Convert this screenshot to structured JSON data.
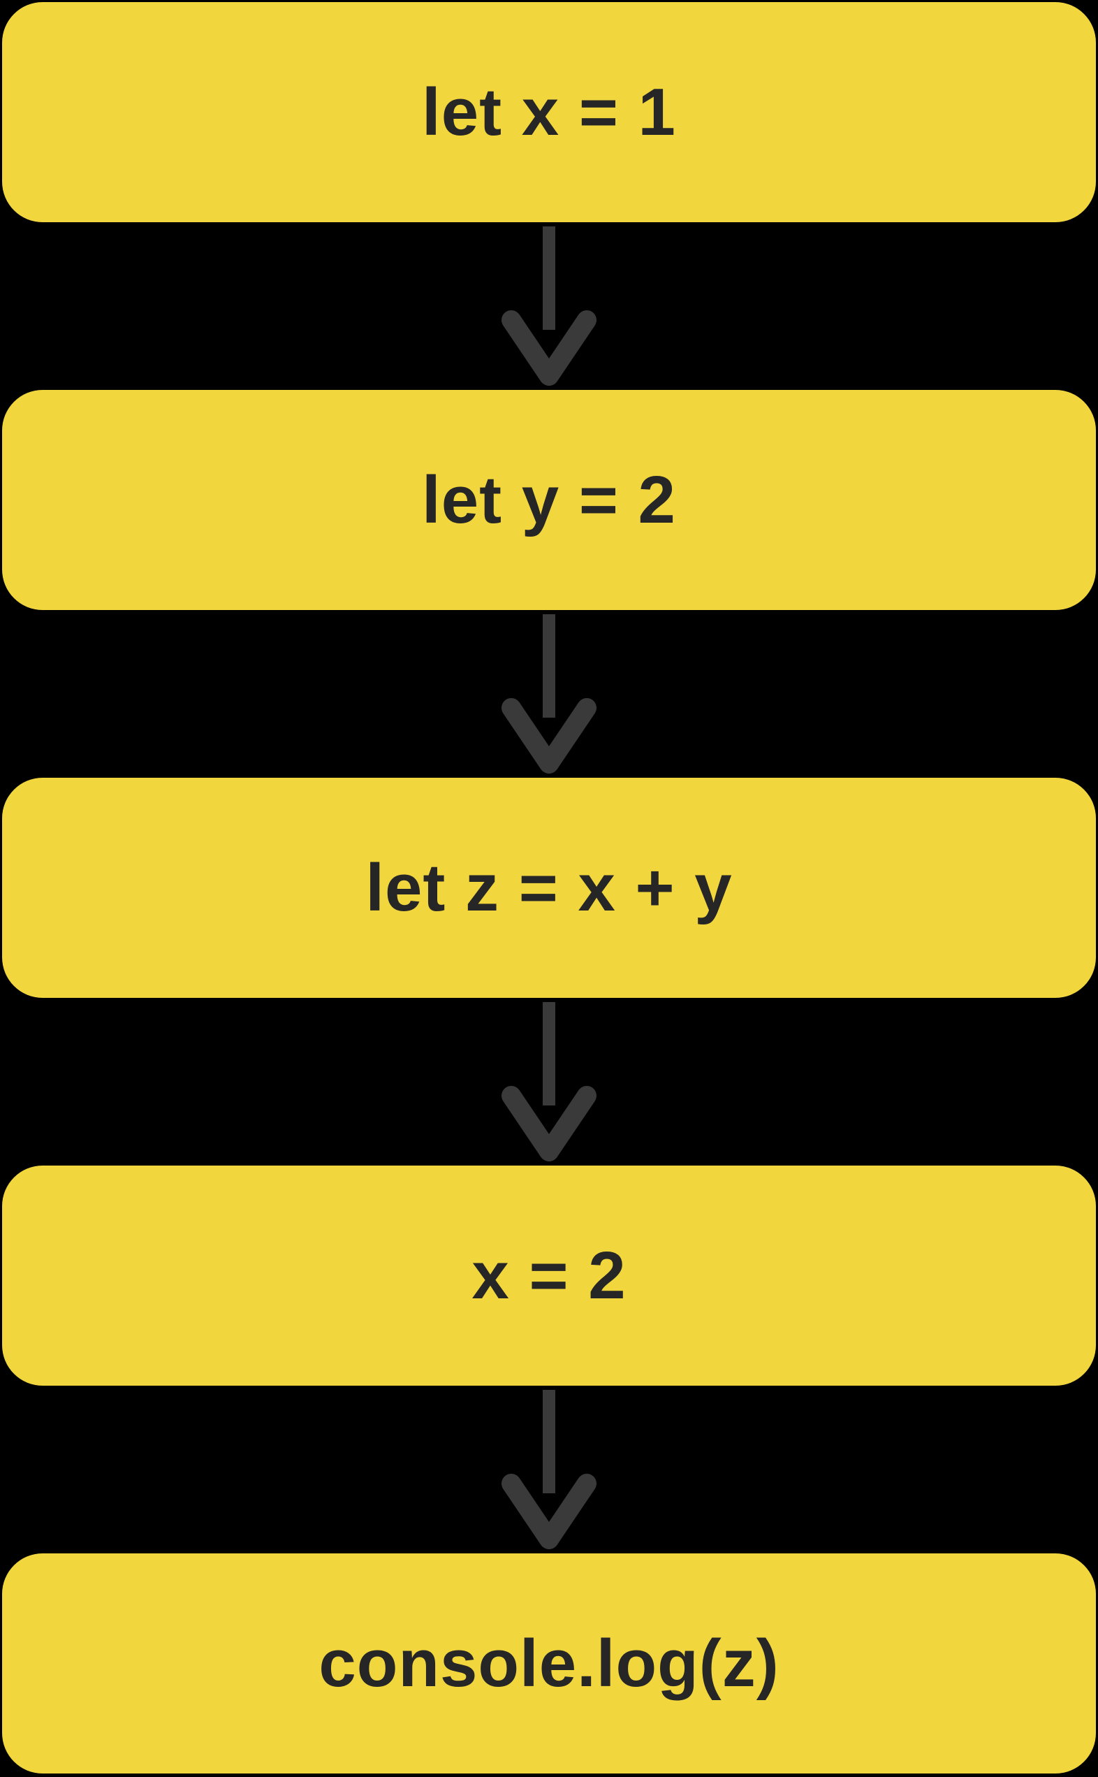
{
  "diagram": {
    "type": "flowchart",
    "direction": "top-down",
    "colors": {
      "background": "#000000",
      "node_fill": "#F2D63E",
      "node_text": "#262626",
      "arrow": "#3A3A3A"
    },
    "nodes": [
      {
        "id": "step-1",
        "label": "let x = 1"
      },
      {
        "id": "step-2",
        "label": "let y = 2"
      },
      {
        "id": "step-3",
        "label": "let z = x + y"
      },
      {
        "id": "step-4",
        "label": "x = 2"
      },
      {
        "id": "step-5",
        "label": "console.log(z)"
      }
    ],
    "connectors": [
      {
        "from": "step-1",
        "to": "step-2",
        "icon": "down-arrow-icon"
      },
      {
        "from": "step-2",
        "to": "step-3",
        "icon": "down-arrow-icon"
      },
      {
        "from": "step-3",
        "to": "step-4",
        "icon": "down-arrow-icon"
      },
      {
        "from": "step-4",
        "to": "step-5",
        "icon": "down-arrow-icon"
      }
    ]
  }
}
